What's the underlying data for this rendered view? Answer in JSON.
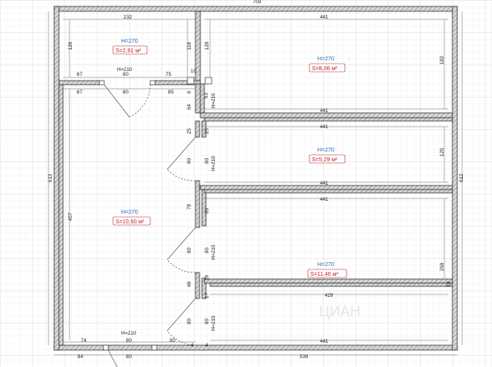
{
  "plan": {
    "grid_color": "#cfd3d8",
    "wall_color": "#333333",
    "overall_width": "703",
    "left_height": "613",
    "right_height": "612",
    "bottom_width_right": "539",
    "bottom_width_left": "84",
    "rooms": [
      {
        "id": "wc",
        "height_label": "H=270",
        "area_label": "S=2,91 м²"
      },
      {
        "id": "room-top-right",
        "height_label": "H=270",
        "area_label": "S=8,06 м²"
      },
      {
        "id": "room-mid-right",
        "height_label": "H=270",
        "area_label": "S=5,29 м²"
      },
      {
        "id": "hall",
        "height_label": "H=270",
        "area_label": "S=10,60 м²"
      },
      {
        "id": "room-bottom-right",
        "height_label": "H=270",
        "area_label": "S=11,46 м²"
      }
    ],
    "door_heights": {
      "upper": "H=210",
      "bottom": "H=210",
      "side": "H=210"
    },
    "dims": {
      "d232": "232",
      "d126": "126",
      "d118": "118",
      "d120": "120",
      "d441": "441",
      "d183": "183",
      "d67": "67",
      "d80": "80",
      "d75": "75",
      "d10": "10",
      "d85": "85",
      "d63": "63",
      "d64": "64",
      "d6": "6",
      "d25": "25",
      "d457": "457",
      "d78": "78",
      "d60": "60",
      "d48": "48",
      "d19": "19",
      "d17": "17",
      "d429": "429",
      "d269": "269",
      "d74": "74",
      "d4": "4"
    }
  }
}
